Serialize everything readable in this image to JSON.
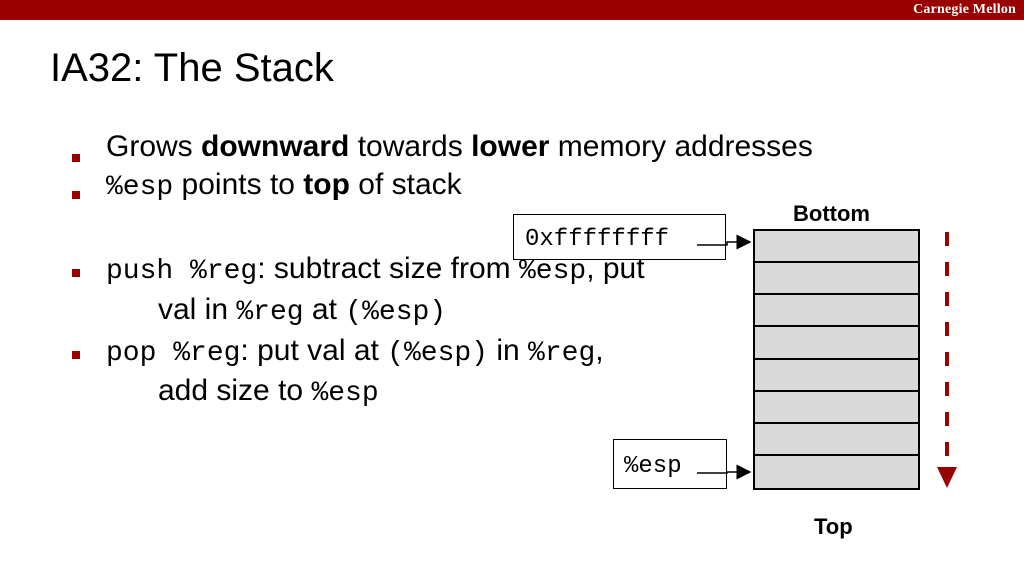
{
  "header": {
    "brand": "Carnegie Mellon",
    "bar_color": "#990000"
  },
  "slide": {
    "title": "IA32: The Stack"
  },
  "bullets": {
    "b1": {
      "t1": "Grows ",
      "t2": "downward",
      "t3": " towards ",
      "t4": "lower",
      "t5": " memory addresses"
    },
    "b2": {
      "t1": "%esp",
      "t2": " points to ",
      "t3": "top",
      "t4": " of stack"
    },
    "b3": {
      "t1": "push %reg",
      "t2": ": subtract size from ",
      "t3": "%esp",
      "t4": ", put"
    },
    "b3c": {
      "t1": "val in ",
      "t2": "%reg",
      "t3": " at ",
      "t4": "(%esp)"
    },
    "b4": {
      "t1": "pop %reg",
      "t2": ": put val at ",
      "t3": "(%esp)",
      "t4": " in ",
      "t5": "%reg",
      "t6": ","
    },
    "b4c": {
      "t1": "add size to ",
      "t2": "%esp"
    }
  },
  "diagram": {
    "bottom_label": "Bottom",
    "top_label": "Top",
    "address_label": "0xffffffff",
    "esp_label": "%esp",
    "stack_slot_count": 8,
    "cell_fill": "#d9d9d9",
    "arrow_color": "#990000"
  }
}
